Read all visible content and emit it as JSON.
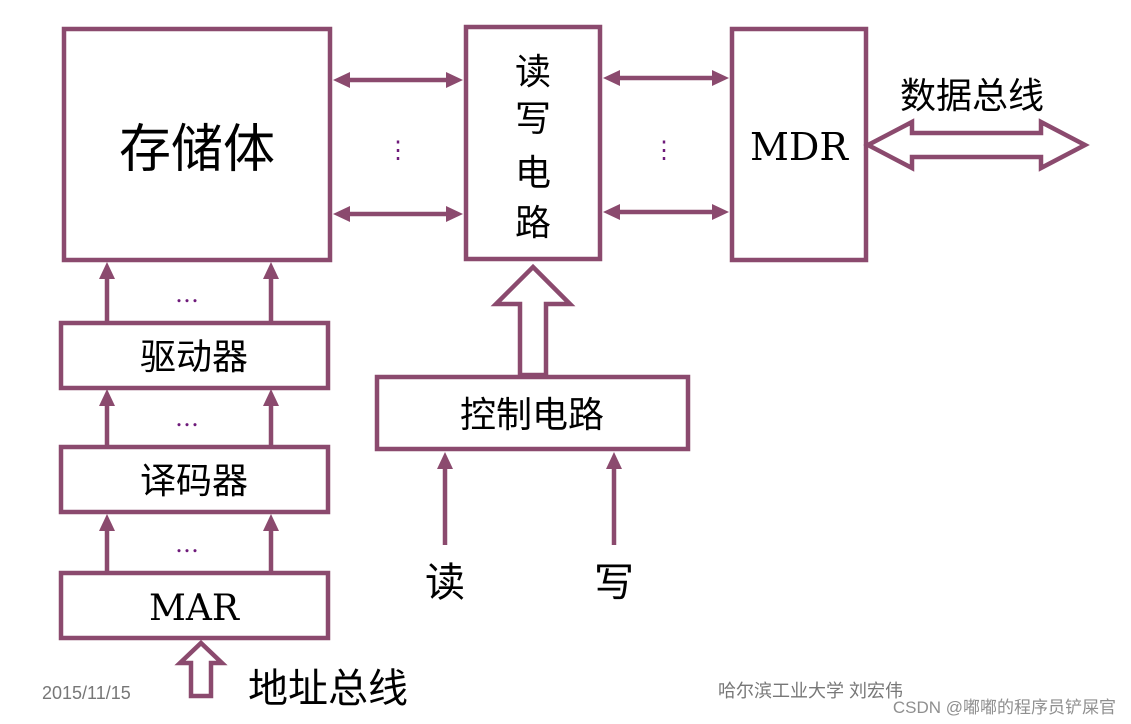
{
  "colors": {
    "stroke": "#8b4a6e",
    "dots": "#6e1a7a",
    "text": "#000000"
  },
  "blocks": {
    "storage": "存储体",
    "rw_circuit": [
      "读",
      "写",
      "电",
      "路"
    ],
    "mdr": "MDR",
    "driver": "驱动器",
    "decoder": "译码器",
    "mar": "MAR",
    "control": "控制电路"
  },
  "labels": {
    "data_bus": "数据总线",
    "address_bus": "地址总线",
    "read": "读",
    "write": "写",
    "ellipsis_vertical": "⋮",
    "ellipsis_horizontal": "…"
  },
  "footer": {
    "date": "2015/11/15",
    "institution": "哈尔滨工业大学 刘宏伟",
    "watermark": "CSDN @嘟嘟的程序员铲屎官"
  }
}
